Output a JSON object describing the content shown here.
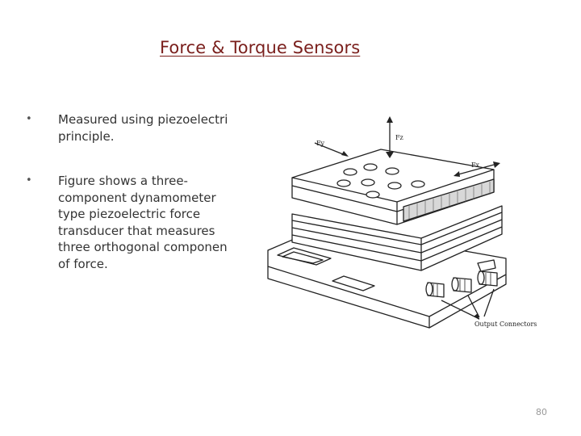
{
  "slide": {
    "title": "Force & Torque Sensors",
    "bullets": [
      {
        "marker": "•",
        "text": "Measured using piezoelectri\nprinciple."
      },
      {
        "marker": "•",
        "text": "Figure shows a three-\ncomponent dynamometer\ntype piezoelectric force\ntransducer that measures\nthree orthogonal componen\nof force."
      }
    ],
    "figure": {
      "force_labels": {
        "fy": "Fy",
        "fz": "Fz",
        "fx": "Fx"
      },
      "callout": "Output Connectors"
    },
    "page_number": "80"
  },
  "colors": {
    "title": "#7a1f1c",
    "body_text": "#333333",
    "page_number": "#999999"
  }
}
